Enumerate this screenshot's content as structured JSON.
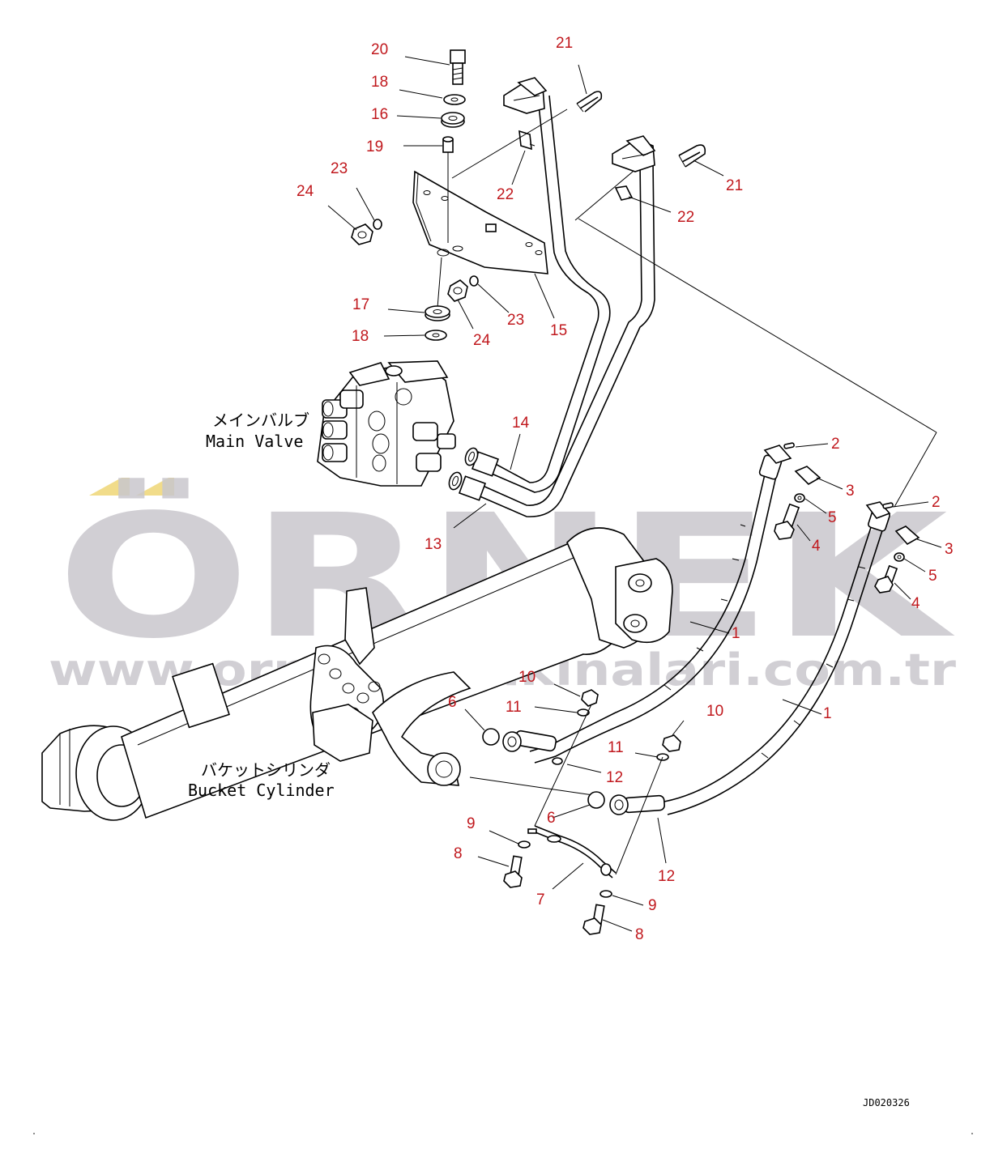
{
  "watermark": {
    "brand": "ÖRNEK",
    "url": "www.ornekismakinalari.com.tr",
    "colors": {
      "text": "#c9c7cd",
      "accent": "#f1dc8a"
    }
  },
  "captions": {
    "main_valve_jp": "メインバルブ",
    "main_valve_en": "Main Valve",
    "bucket_cylinder_jp": "バケットシリンダ",
    "bucket_cylinder_en": "Bucket Cylinder"
  },
  "drawing_id": "JD020326",
  "callouts": {
    "c20": "20",
    "c18a": "18",
    "c16": "16",
    "c19": "19",
    "c23a": "23",
    "c24a": "24",
    "c21a": "21",
    "c22a": "22",
    "c21b": "21",
    "c22b": "22",
    "c17": "17",
    "c18b": "18",
    "c24b": "24",
    "c23b": "23",
    "c15": "15",
    "c14": "14",
    "c13": "13",
    "c2a": "2",
    "c3a": "3",
    "c5a": "5",
    "c4a": "4",
    "c2b": "2",
    "c3b": "3",
    "c5b": "5",
    "c4b": "4",
    "c1a": "1",
    "c1b": "1",
    "c10a": "10",
    "c11a": "11",
    "c6a": "6",
    "c12a": "12",
    "c10b": "10",
    "c11b": "11",
    "c6b": "6",
    "c12b": "12",
    "c9a": "9",
    "c8a": "8",
    "c7": "7",
    "c9b": "9",
    "c8b": "8"
  },
  "colors": {
    "callout": "#c0181d",
    "line": "#000000"
  }
}
